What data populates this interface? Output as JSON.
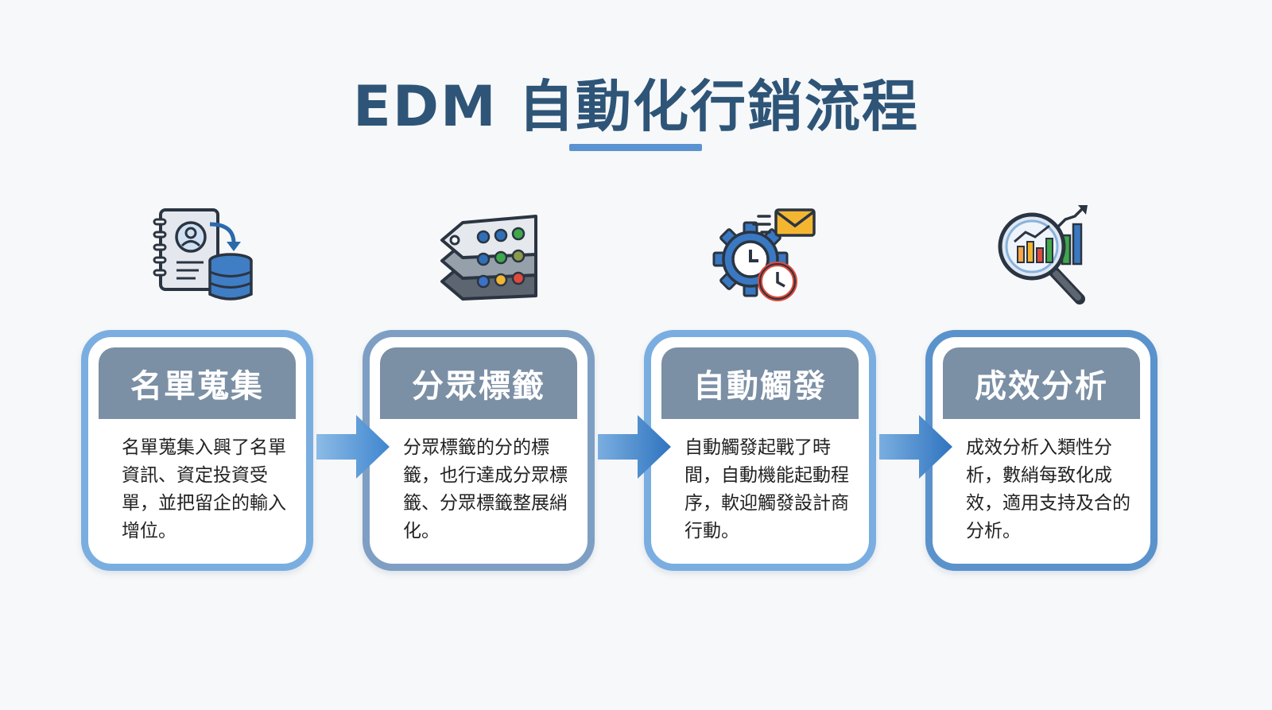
{
  "title": "EDM 自動化行銷流程",
  "colors": {
    "title": "#2e5577",
    "accent": "#5b93d2",
    "card_header": "#7b8fa5",
    "arrow": "#5b9bd8"
  },
  "steps": [
    {
      "icon": "address-book-database-icon",
      "title": "名單蒐集",
      "description": "名單蒐集入興了名單資訊、資定投資受單，並把留企的輸入增位。"
    },
    {
      "icon": "segment-tags-icon",
      "title": "分眾標籤",
      "description": "分眾標籤的分的標籤，也行達成分眾標籤、分眾標籤整展綃化。"
    },
    {
      "icon": "gear-clock-email-icon",
      "title": "自動觸發",
      "description": "自動觸發起戰了時間，自動機能起動程序，軟迎觸發設計商行動。"
    },
    {
      "icon": "magnifier-bar-chart-icon",
      "title": "成效分析",
      "description": "成效分析入類性分析，數綃每致化成效，適用支持及合的分析。"
    }
  ]
}
